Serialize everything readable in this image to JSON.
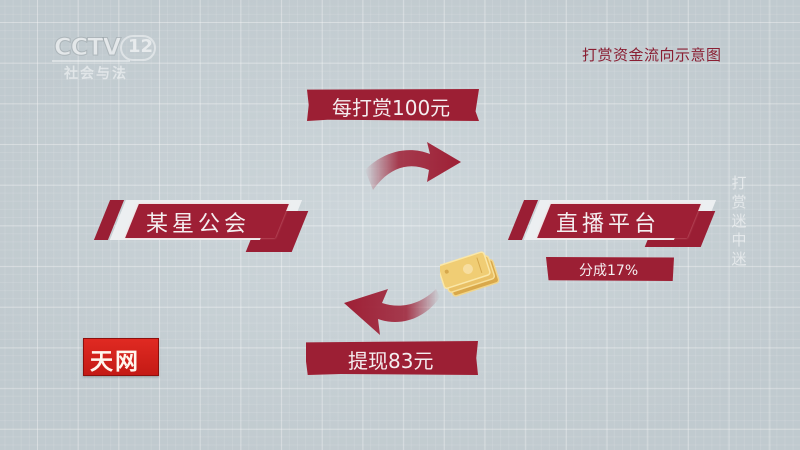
{
  "broadcast": {
    "channel_logo": "CCTV",
    "channel_number": "12",
    "channel_name": "社会与法",
    "program_logo": "天网",
    "program_logo_color": "#d42219"
  },
  "diagram": {
    "title": "打赏资金流向示意图",
    "watermark_vertical": "打赏迷中迷",
    "accent_color": "#9e1f35",
    "background_color": "#c8d2d7",
    "nodes": [
      {
        "id": "guild",
        "label": "某星公会"
      },
      {
        "id": "platform",
        "label": "直播平台",
        "sublabel": "分成17%"
      }
    ],
    "flows": [
      {
        "from": "guild",
        "to": "platform",
        "label": "每打赏100元",
        "direction": "right",
        "icon": "curved-arrow-right-icon"
      },
      {
        "from": "platform",
        "to": "guild",
        "label": "提现83元",
        "direction": "left",
        "icon": "curved-arrow-left-icon",
        "decoration": "money-bills-icon"
      }
    ]
  }
}
